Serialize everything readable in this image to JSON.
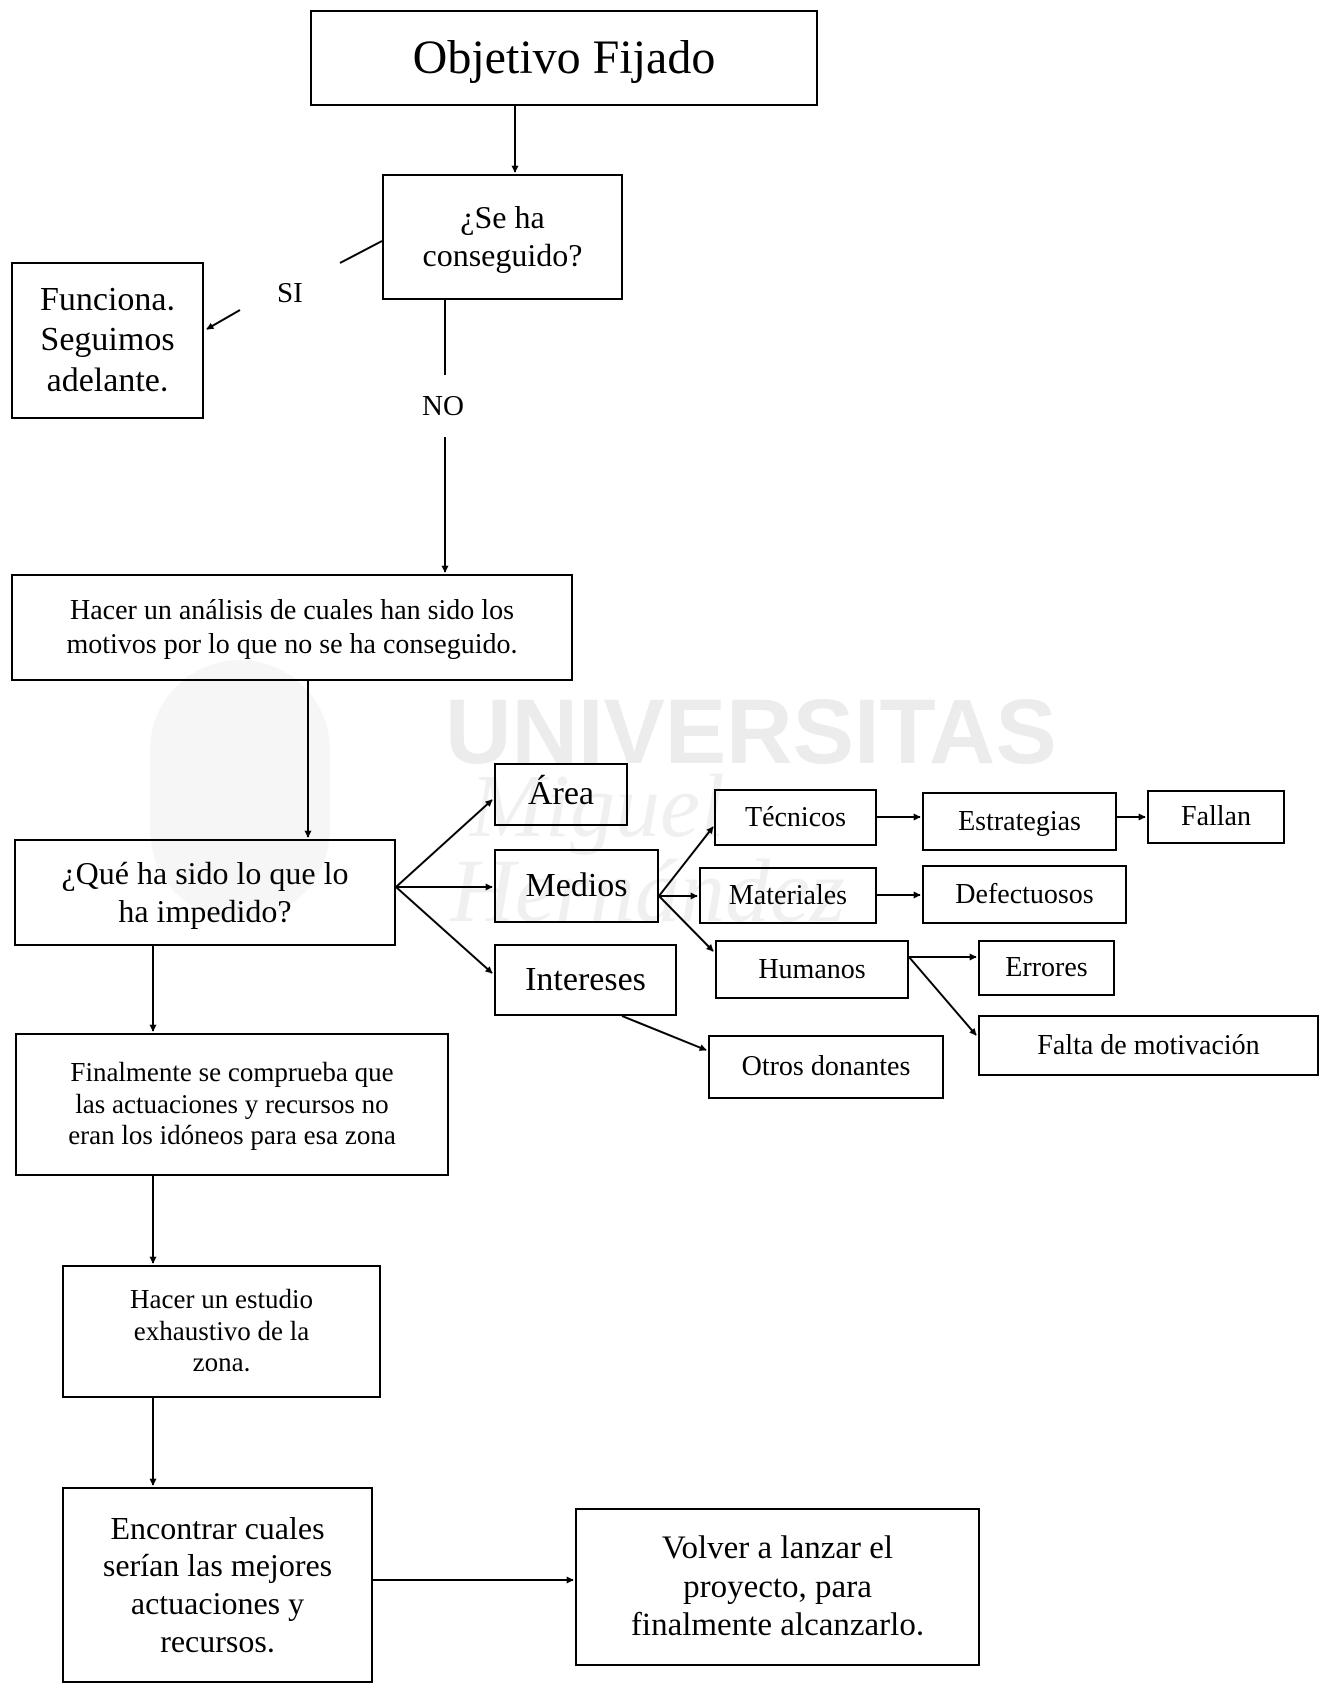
{
  "watermark": {
    "line1": "UNIVERSITAS",
    "line2": "Miguel",
    "line3": "Hernández"
  },
  "nodes": {
    "objetivo": "Objetivo Fijado",
    "conseguido": "¿Se ha\nconseguido?",
    "funciona": "Funciona.\nSeguimos\nadelante.",
    "analisis": "Hacer un análisis de cuales han sido los\nmotivos por lo que no se ha conseguido.",
    "impedido": "¿Qué ha sido lo que lo\nha impedido?",
    "area": "Área",
    "medios": "Medios",
    "intereses": "Intereses",
    "tecnicos": "Técnicos",
    "estrategias": "Estrategias",
    "fallan": "Fallan",
    "materiales": "Materiales",
    "defectuosos": "Defectuosos",
    "humanos": "Humanos",
    "errores": "Errores",
    "falta_motivacion": "Falta de motivación",
    "otros_donantes": "Otros donantes",
    "finalmente": "Finalmente se comprueba que\nlas actuaciones y recursos no\neran los idóneos para esa zona",
    "estudio": "Hacer un estudio\nexhaustivo de la\nzona.",
    "encontrar": "Encontrar cuales\nserían las mejores\nactuaciones y\nrecursos.",
    "volver": "Volver a lanzar el\nproyecto, para\nfinalmente alcanzarlo."
  },
  "labels": {
    "si": "SI",
    "no": "NO"
  }
}
